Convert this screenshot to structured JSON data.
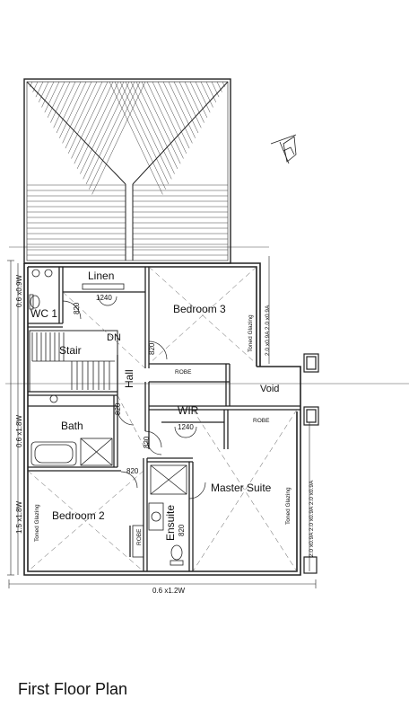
{
  "title": "First Floor Plan",
  "rooms": {
    "linen": "Linen",
    "bedroom3": "Bedroom 3",
    "wc1": "WC 1",
    "stair": "Stair",
    "dn": "DN",
    "hall": "Hall",
    "wir": "WIR",
    "void": "Void",
    "bath": "Bath",
    "master_suite": "Master Suite",
    "bedroom2": "Bedroom 2",
    "ensuite": "Ensuite"
  },
  "dimensions": {
    "linen_width": "1240",
    "wir_width": "1240",
    "door_820": "820",
    "window_wc": "0.6 x0.9W",
    "window_bath": "0.6 x1.8W",
    "window_bed2": "1.5 x1.8W",
    "window_bottom": "0.6 x1.2W",
    "window_bed3": "2.0 x0.9A  2.0 x0.9A",
    "window_master": "2.0 x0.9A  2.0 x0.9A  2.0 x0.9A"
  },
  "notes": {
    "robe": "ROBE",
    "toned_glazing": "Toned Glazing"
  }
}
